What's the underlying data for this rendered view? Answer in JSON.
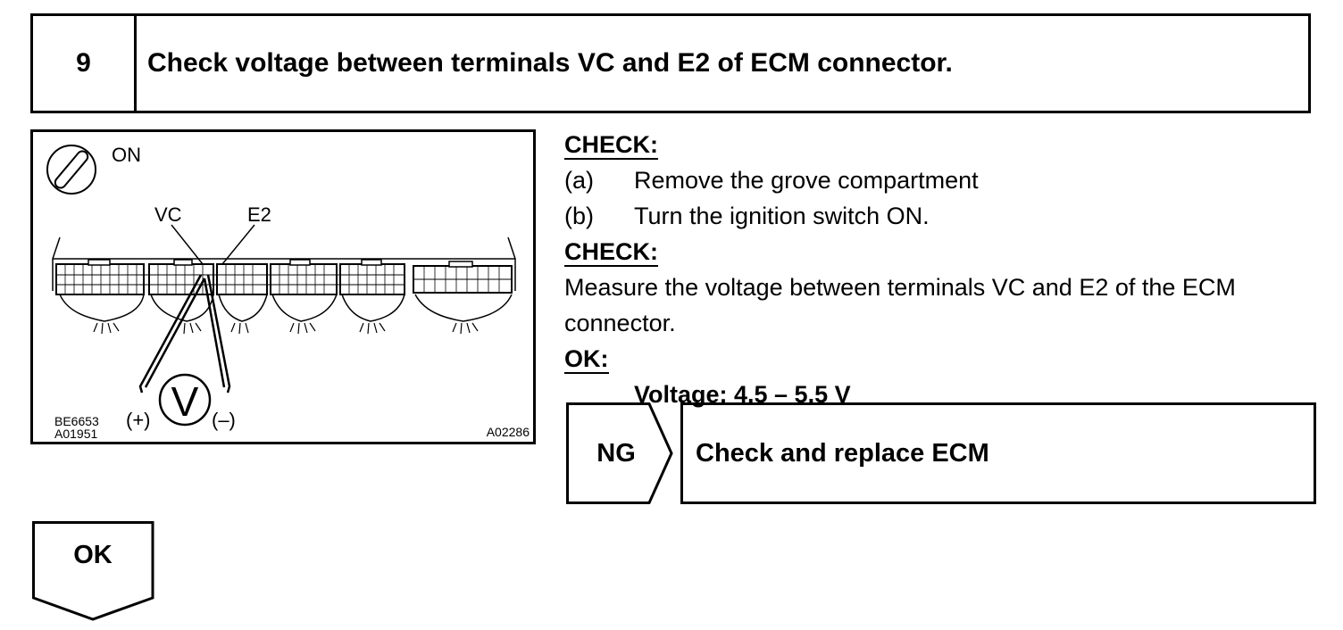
{
  "step": {
    "number": "9",
    "title": "Check voltage between terminals VC and E2 of ECM connector."
  },
  "figure": {
    "switch_label": "ON",
    "terminal_vc": "VC",
    "terminal_e2": "E2",
    "meter_symbol": "V",
    "plus_label": "(+)",
    "minus_label": "(–)",
    "code_left_1": "BE6653",
    "code_left_2": "A01951",
    "code_right": "A02286",
    "icons": [
      "ignition-key-icon",
      "ecm-connector-icon",
      "voltmeter-icon"
    ]
  },
  "procedure": {
    "heading_1": "CHECK:",
    "steps": [
      {
        "label": "(a)",
        "text": "Remove the grove compartment"
      },
      {
        "label": "(b)",
        "text": "Turn the ignition switch ON."
      }
    ],
    "heading_2": "CHECK:",
    "measure_text": "Measure the voltage between terminals VC and E2 of the ECM connector.",
    "heading_ok": "OK:",
    "spec": "Voltage: 4.5 – 5.5 V"
  },
  "result_ng": {
    "label": "NG",
    "action": "Check and replace ECM"
  },
  "result_ok": {
    "label": "OK"
  }
}
